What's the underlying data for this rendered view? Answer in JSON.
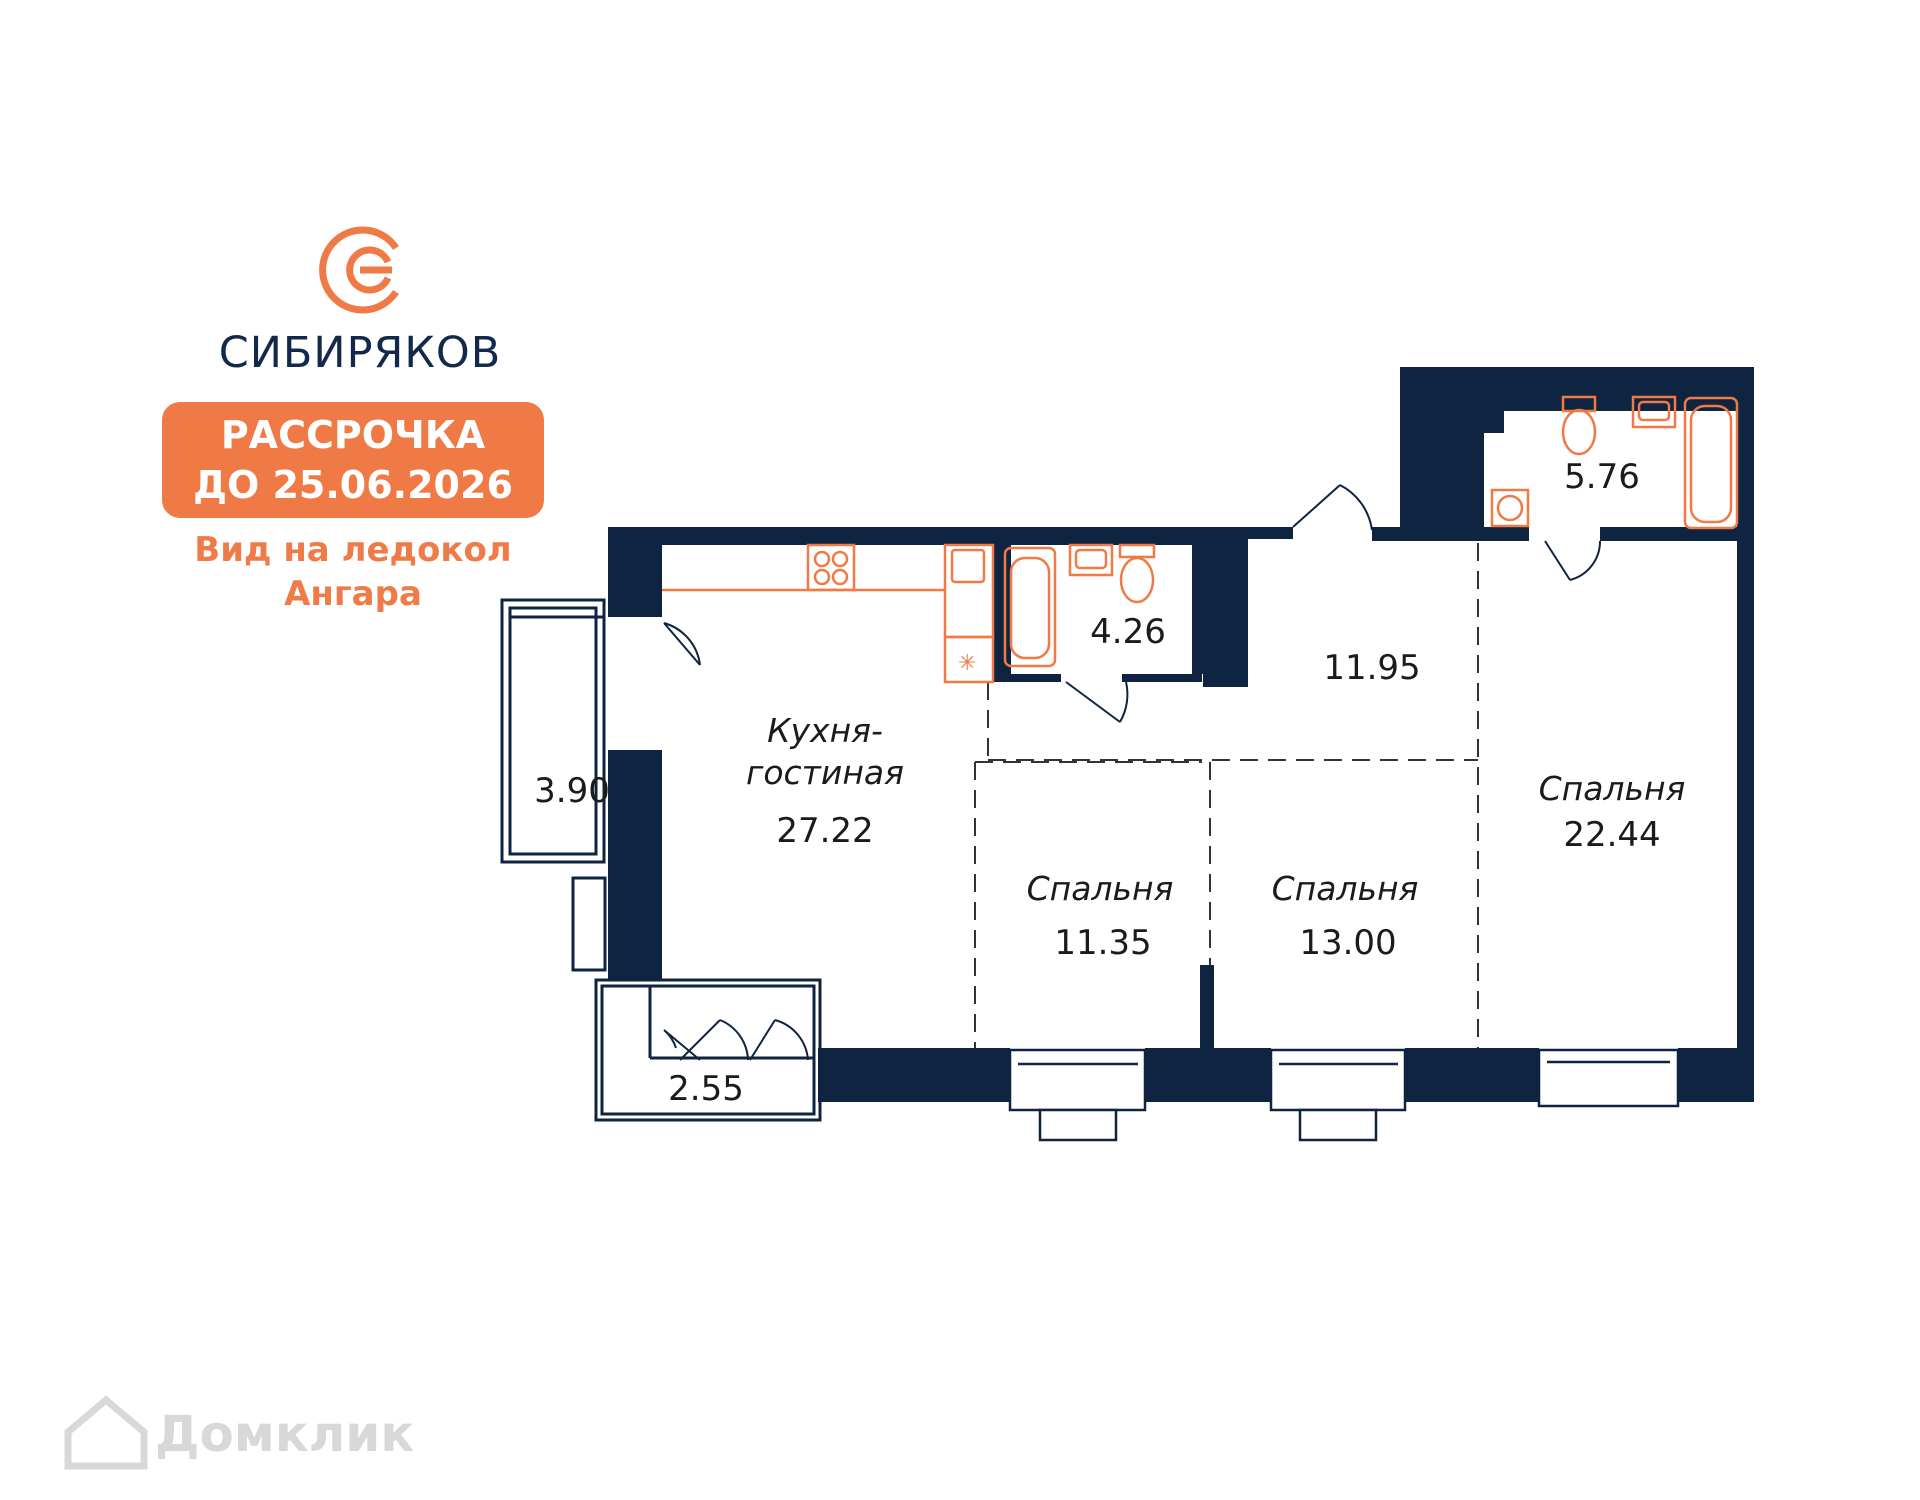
{
  "brand": {
    "name": "СИБИРЯКОВ",
    "logo_icon": "sibiryakov-c-logo",
    "accent_color": "#f07a45",
    "text_color": "#13294b"
  },
  "promo": {
    "line1": "РАССРОЧКА",
    "line2": "ДО 25.06.2026"
  },
  "view_note": {
    "line1": "Вид на ледокол",
    "line2": "Ангара"
  },
  "plan": {
    "wall_color": "#0e2440",
    "fixture_color": "#f07a45",
    "rooms": {
      "kitchen": {
        "name_line1": "Кухня-",
        "name_line2": "гостиная",
        "area": "27.22"
      },
      "bathroom_small": {
        "area": "4.26"
      },
      "bathroom_large": {
        "area": "5.76"
      },
      "hall": {
        "area": "11.95"
      },
      "bedroom1": {
        "name": "Спальня",
        "area": "11.35"
      },
      "bedroom2": {
        "name": "Спальня",
        "area": "13.00"
      },
      "bedroom3": {
        "name": "Спальня",
        "area": "22.44"
      },
      "balcony_west": {
        "area": "3.90"
      },
      "balcony_south": {
        "area": "2.55"
      }
    }
  },
  "watermark": {
    "text": "Домклик",
    "icon": "house-icon"
  }
}
